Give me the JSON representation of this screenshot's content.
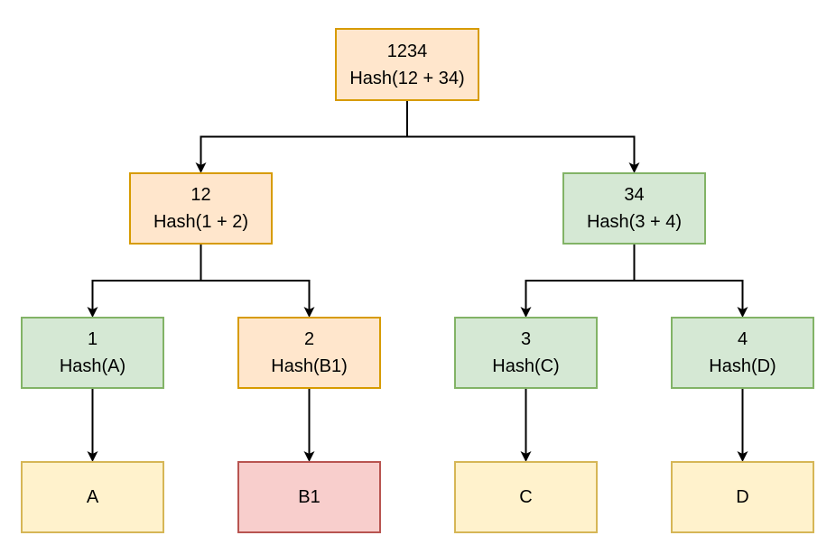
{
  "colors": {
    "orange_fill": "#ffe6cc",
    "orange_stroke": "#d79b00",
    "green_fill": "#d5e8d4",
    "green_stroke": "#82b366",
    "yellow_fill": "#fff2cc",
    "yellow_stroke": "#d6b656",
    "red_fill": "#f8cecc",
    "red_stroke": "#b85450",
    "edge": "#000000"
  },
  "nodes": {
    "root": {
      "id": "1234",
      "hash": "Hash(12 + 34)",
      "style": "orange"
    },
    "n12": {
      "id": "12",
      "hash": "Hash(1 + 2)",
      "style": "orange"
    },
    "n34": {
      "id": "34",
      "hash": "Hash(3 + 4)",
      "style": "green"
    },
    "n1": {
      "id": "1",
      "hash": "Hash(A)",
      "style": "green"
    },
    "n2": {
      "id": "2",
      "hash": "Hash(B1)",
      "style": "orange"
    },
    "n3": {
      "id": "3",
      "hash": "Hash(C)",
      "style": "green"
    },
    "n4": {
      "id": "4",
      "hash": "Hash(D)",
      "style": "green"
    },
    "dA": {
      "label": "A",
      "style": "yellow"
    },
    "dB1": {
      "label": "B1",
      "style": "red"
    },
    "dC": {
      "label": "C",
      "style": "yellow"
    },
    "dD": {
      "label": "D",
      "style": "yellow"
    }
  },
  "edges": [
    {
      "from": "root",
      "to": "n12",
      "type": "elbow"
    },
    {
      "from": "root",
      "to": "n34",
      "type": "elbow"
    },
    {
      "from": "n12",
      "to": "n1",
      "type": "elbow"
    },
    {
      "from": "n12",
      "to": "n2",
      "type": "elbow"
    },
    {
      "from": "n34",
      "to": "n3",
      "type": "elbow"
    },
    {
      "from": "n34",
      "to": "n4",
      "type": "elbow"
    },
    {
      "from": "n1",
      "to": "dA",
      "type": "straight"
    },
    {
      "from": "n2",
      "to": "dB1",
      "type": "straight"
    },
    {
      "from": "n3",
      "to": "dC",
      "type": "straight"
    },
    {
      "from": "n4",
      "to": "dD",
      "type": "straight"
    }
  ]
}
